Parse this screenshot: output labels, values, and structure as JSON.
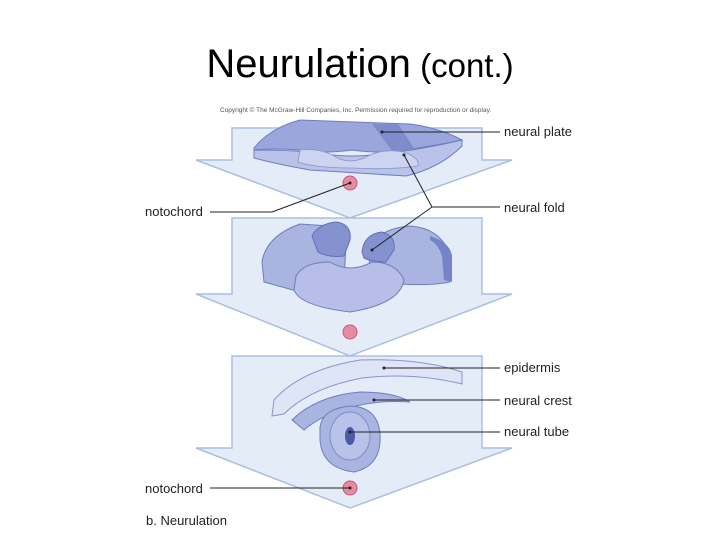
{
  "title": {
    "main": "Neurulation",
    "sub": " (cont.)"
  },
  "copyright": "Copyright © The McGraw-Hill Companies, Inc. Permission required for reproduction or display.",
  "labels": {
    "neural_plate": "neural plate",
    "neural_fold": "neural fold",
    "notochord_top": "notochord",
    "epidermis": "epidermis",
    "neural_crest": "neural crest",
    "neural_tube": "neural tube",
    "notochord_bottom": "notochord"
  },
  "caption": "b. Neurulation",
  "colors": {
    "arrow_fill": "#e4ecf8",
    "arrow_stroke": "#a9bfe0",
    "tissue": "#aab4e0",
    "tissue_dark": "#7f8ccc",
    "tissue_light": "#cdd4f0",
    "notochord": "#e88aa0"
  }
}
